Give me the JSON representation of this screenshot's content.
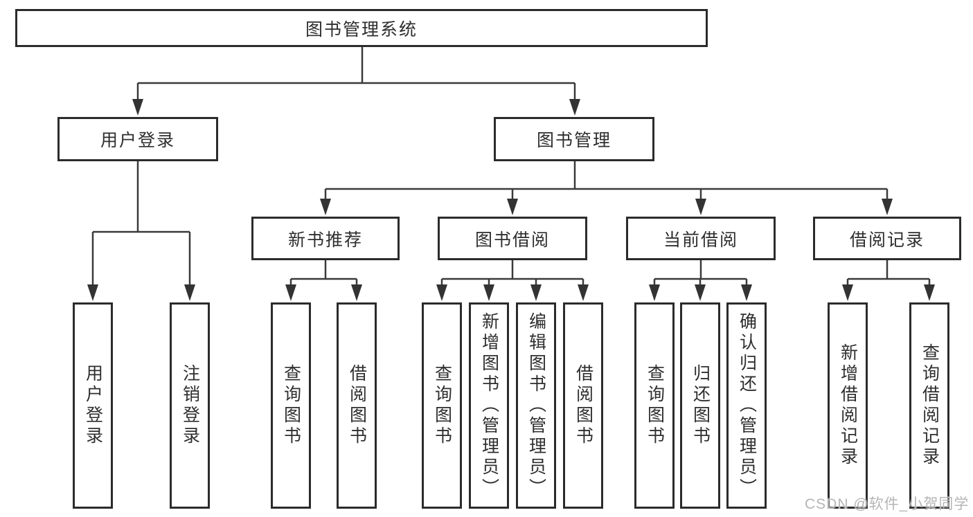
{
  "diagram": {
    "root": {
      "label": "图书管理系统"
    },
    "level2": [
      {
        "label": "用户登录"
      },
      {
        "label": "图书管理"
      }
    ],
    "level3": [
      {
        "label": "新书推荐"
      },
      {
        "label": "图书借阅"
      },
      {
        "label": "当前借阅"
      },
      {
        "label": "借阅记录"
      }
    ],
    "leaves": [
      {
        "label": "用户登录"
      },
      {
        "label": "注销登录"
      },
      {
        "label": "查询图书"
      },
      {
        "label": "借阅图书"
      },
      {
        "label": "查询图书"
      },
      {
        "label": "新增图书（管理员）"
      },
      {
        "label": "编辑图书（管理员）"
      },
      {
        "label": "借阅图书"
      },
      {
        "label": "查询图书"
      },
      {
        "label": "归还图书"
      },
      {
        "label": "确认归还（管理员）"
      },
      {
        "label": "新增借阅记录"
      },
      {
        "label": "查询借阅记录"
      }
    ],
    "watermark": {
      "text": "CSDN @软件_小贺同学"
    },
    "colors": {
      "line": "#3a3a3a",
      "box_border": "#2b2b2b",
      "text": "#2e2e2e",
      "watermark": "#b5b5b5",
      "background": "#ffffff"
    }
  }
}
